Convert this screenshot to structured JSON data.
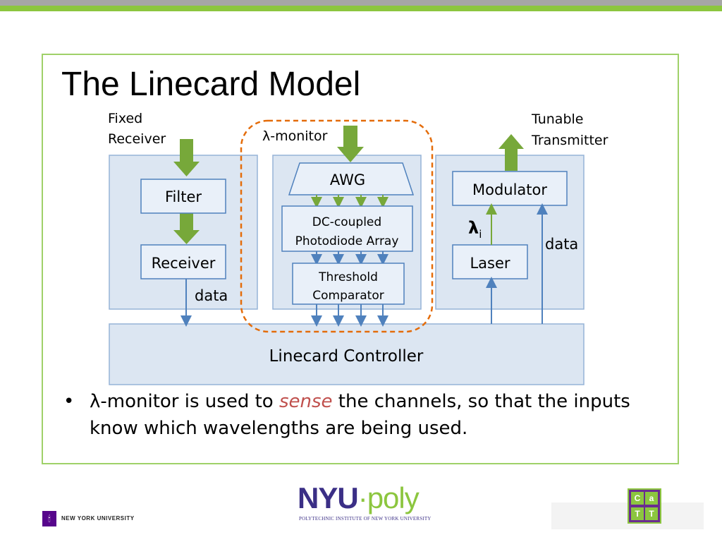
{
  "slide": {
    "title": "The Linecard Model"
  },
  "diagram": {
    "fixed_receiver_label_line1": "Fixed",
    "fixed_receiver_label_line2": "Receiver",
    "tunable_transmitter_label_line1": "Tunable",
    "tunable_transmitter_label_line2": "Transmitter",
    "lambda_monitor_label": "λ-monitor",
    "filter": "Filter",
    "receiver": "Receiver",
    "receiver_data": "data",
    "awg": "AWG",
    "photodiode_line1": "DC-coupled",
    "photodiode_line2": "Photodiode Array",
    "threshold_line1": "Threshold",
    "threshold_line2": "Comparator",
    "modulator": "Modulator",
    "lambda_i": "λ",
    "lambda_i_sub": "i",
    "laser": "Laser",
    "transmitter_data": "data",
    "controller": "Linecard Controller",
    "colors": {
      "panel_fill": "#dce6f2",
      "panel_stroke": "#95b3d7",
      "box_fill": "#e9f0f9",
      "box_stroke": "#4f81bd",
      "arrow_green": "#77a83a",
      "arrow_blue": "#4f81bd",
      "dashed_orange": "#e46c0a"
    }
  },
  "bullet": {
    "marker": "•",
    "text_before": "λ-monitor is used to ",
    "emphasis": "sense",
    "text_after": " the channels, so that the inputs know which wavelengths are being used."
  },
  "footer": {
    "nyu_mark_glyph": "🕯",
    "nyu_text": "NEW YORK UNIVERSITY",
    "poly_nyu": "NYU",
    "poly_dot": "·",
    "poly_word": "poly",
    "poly_subtitle": "POLYTECHNIC INSTITUTE OF NEW YORK UNIVERSITY",
    "catt_letters": [
      "C",
      "a",
      "T",
      "T"
    ]
  }
}
